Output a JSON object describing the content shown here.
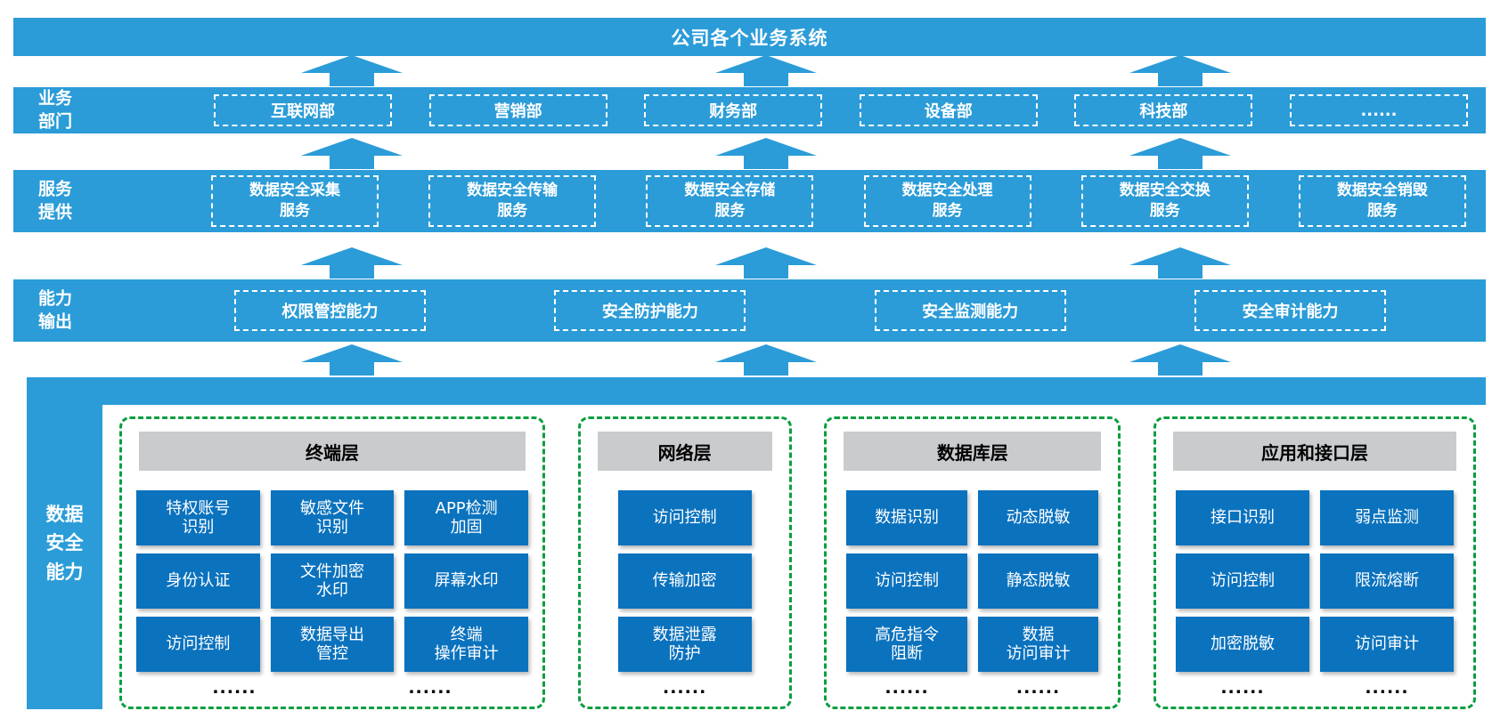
{
  "colors": {
    "band_blue": "#2B9CD8",
    "button_blue": "#0B72BE",
    "green_border": "#0A9E3E",
    "header_gray": "#C9CBCD"
  },
  "top_banner": {
    "label": "公司各个业务系统"
  },
  "business_row": {
    "label": "业务\n部门",
    "boxes": [
      "互联网部",
      "营销部",
      "财务部",
      "设备部",
      "科技部",
      "......"
    ]
  },
  "service_row": {
    "label": "服务\n提供",
    "boxes": [
      "数据安全采集\n服务",
      "数据安全传输\n服务",
      "数据安全存储\n服务",
      "数据安全处理\n服务",
      "数据安全交换\n服务",
      "数据安全销毁\n服务"
    ]
  },
  "capability_row": {
    "label": "能力\n输出",
    "boxes": [
      "权限管控能力",
      "安全防护能力",
      "安全监测能力",
      "安全审计能力"
    ]
  },
  "bottom_section": {
    "label": "数据\n安全\n能力",
    "layers": [
      {
        "title": "终端层",
        "buttons": [
          "特权账号\n识别",
          "敏感文件\n识别",
          "APP检测\n加固",
          "身份认证",
          "文件加密\n水印",
          "屏幕水印",
          "访问控制",
          "数据导出\n管控",
          "终端\n操作审计"
        ],
        "dots": [
          "......",
          "......"
        ]
      },
      {
        "title": "网络层",
        "buttons": [
          "访问控制",
          "传输加密",
          "数据泄露\n防护"
        ],
        "dots": [
          "......"
        ]
      },
      {
        "title": "数据库层",
        "buttons": [
          "数据识别",
          "动态脱敏",
          "访问控制",
          "静态脱敏",
          "高危指令\n阻断",
          "数据\n访问审计"
        ],
        "dots": [
          "......",
          "......"
        ]
      },
      {
        "title": "应用和接口层",
        "buttons": [
          "接口识别",
          "弱点监测",
          "访问控制",
          "限流熔断",
          "加密脱敏",
          "访问审计"
        ],
        "dots": [
          "......",
          "......"
        ]
      }
    ]
  }
}
